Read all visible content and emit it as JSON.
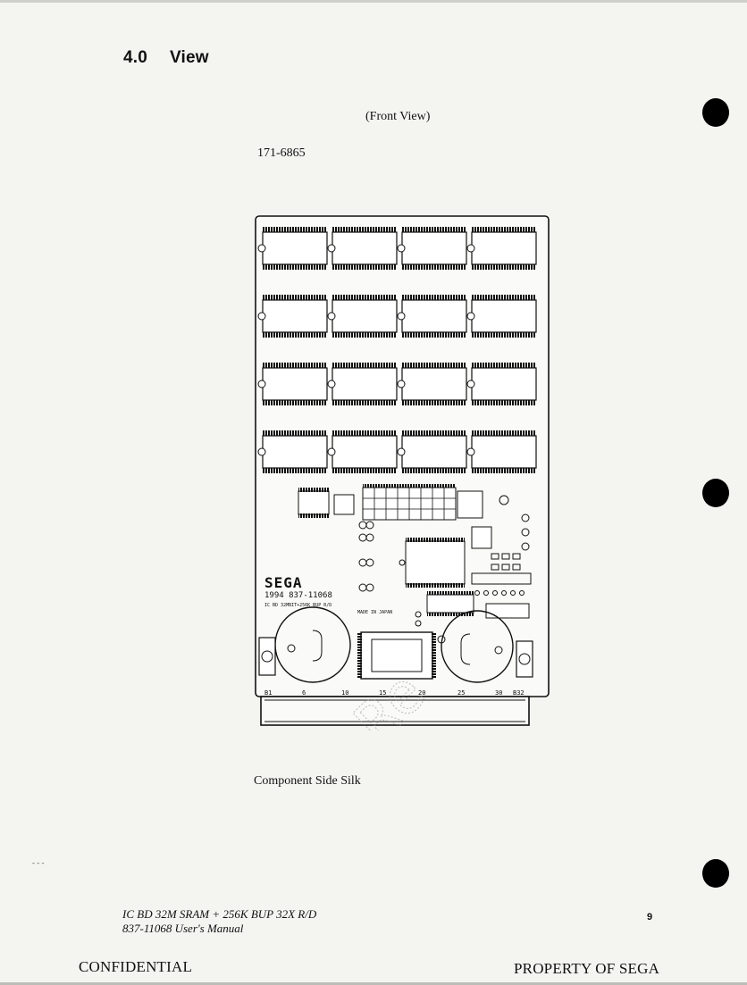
{
  "section": {
    "number": "4.0",
    "title": "View"
  },
  "view_label": "(Front View)",
  "part_number": "171-6865",
  "board": {
    "brand": "SEGA",
    "marking_line1": "1994 837-11068",
    "marking_line2": "IC BD 32MBIT+256K BUP R/D",
    "marking_line3": "MADE IN JAPAN",
    "pin_labels": [
      "B1",
      "6",
      "10",
      "15",
      "20",
      "25",
      "30",
      "B32"
    ]
  },
  "caption": "Component Side Silk",
  "footer": {
    "line1": "IC BD 32M SRAM + 256K BUP 32X R/D",
    "line2": "837-11068 User's Manual",
    "page_number": "9",
    "confidential": "CONFIDENTIAL",
    "property": "PROPERTY OF SEGA"
  }
}
